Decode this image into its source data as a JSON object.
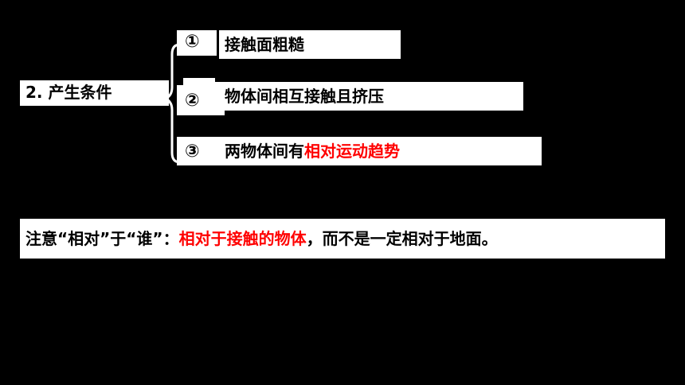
{
  "heading": "2. 产生条件",
  "conditions": [
    {
      "num": "①",
      "text": "接触面粗糙"
    },
    {
      "num": "②",
      "text": "物体间相互接触且挤压"
    },
    {
      "num": "③",
      "text_black": "两物体间有",
      "text_red": "相对运动趋势"
    }
  ],
  "note": {
    "prefix": "注意“相对”于“谁”：",
    "red": "相对于接触的物体",
    "suffix": "，而不是一定相对于地面。"
  },
  "colors": {
    "background": "#000000",
    "panel": "#ffffff",
    "text": "#000000",
    "highlight": "#ff0000"
  }
}
